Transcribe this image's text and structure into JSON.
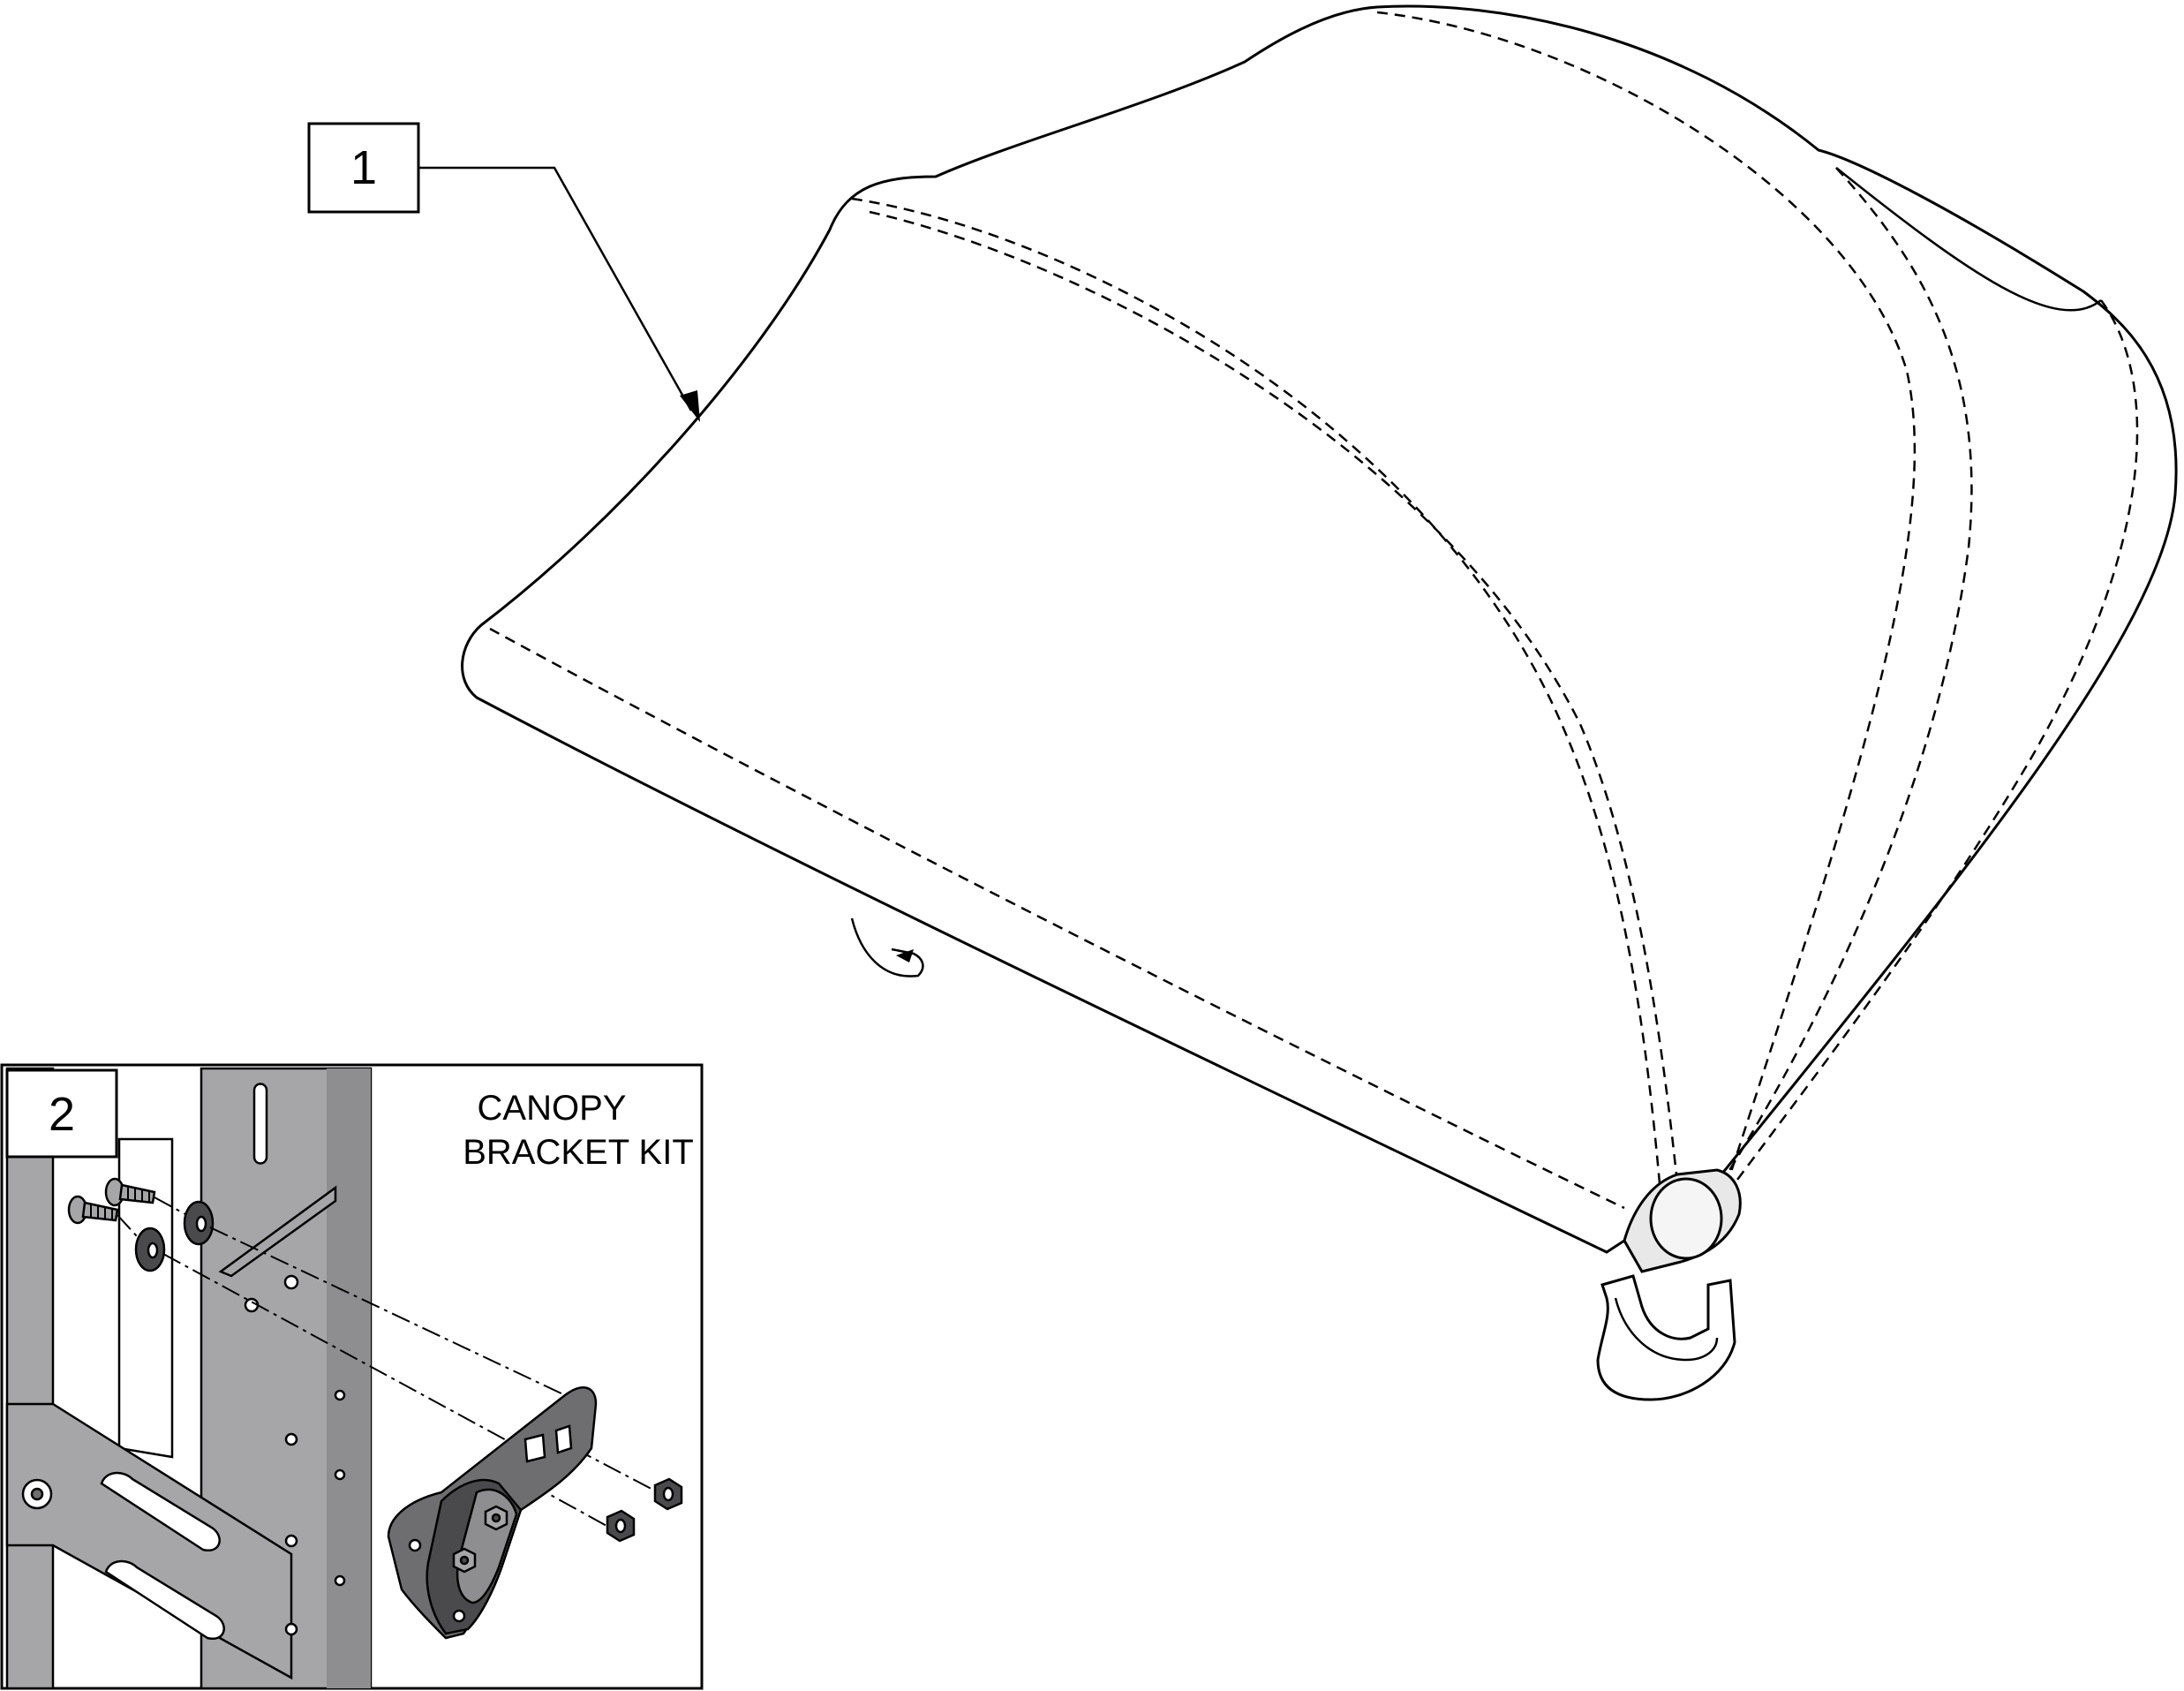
{
  "callouts": [
    {
      "number": "1"
    },
    {
      "number": "2"
    }
  ],
  "inset": {
    "title_line1": "CANOPY",
    "title_line2": "BRACKET KIT"
  },
  "colors": {
    "line": "#000000",
    "metal": "#a6a6a8",
    "metal_dark": "#6e6e70",
    "plastic_dark": "#4a4a4c"
  }
}
